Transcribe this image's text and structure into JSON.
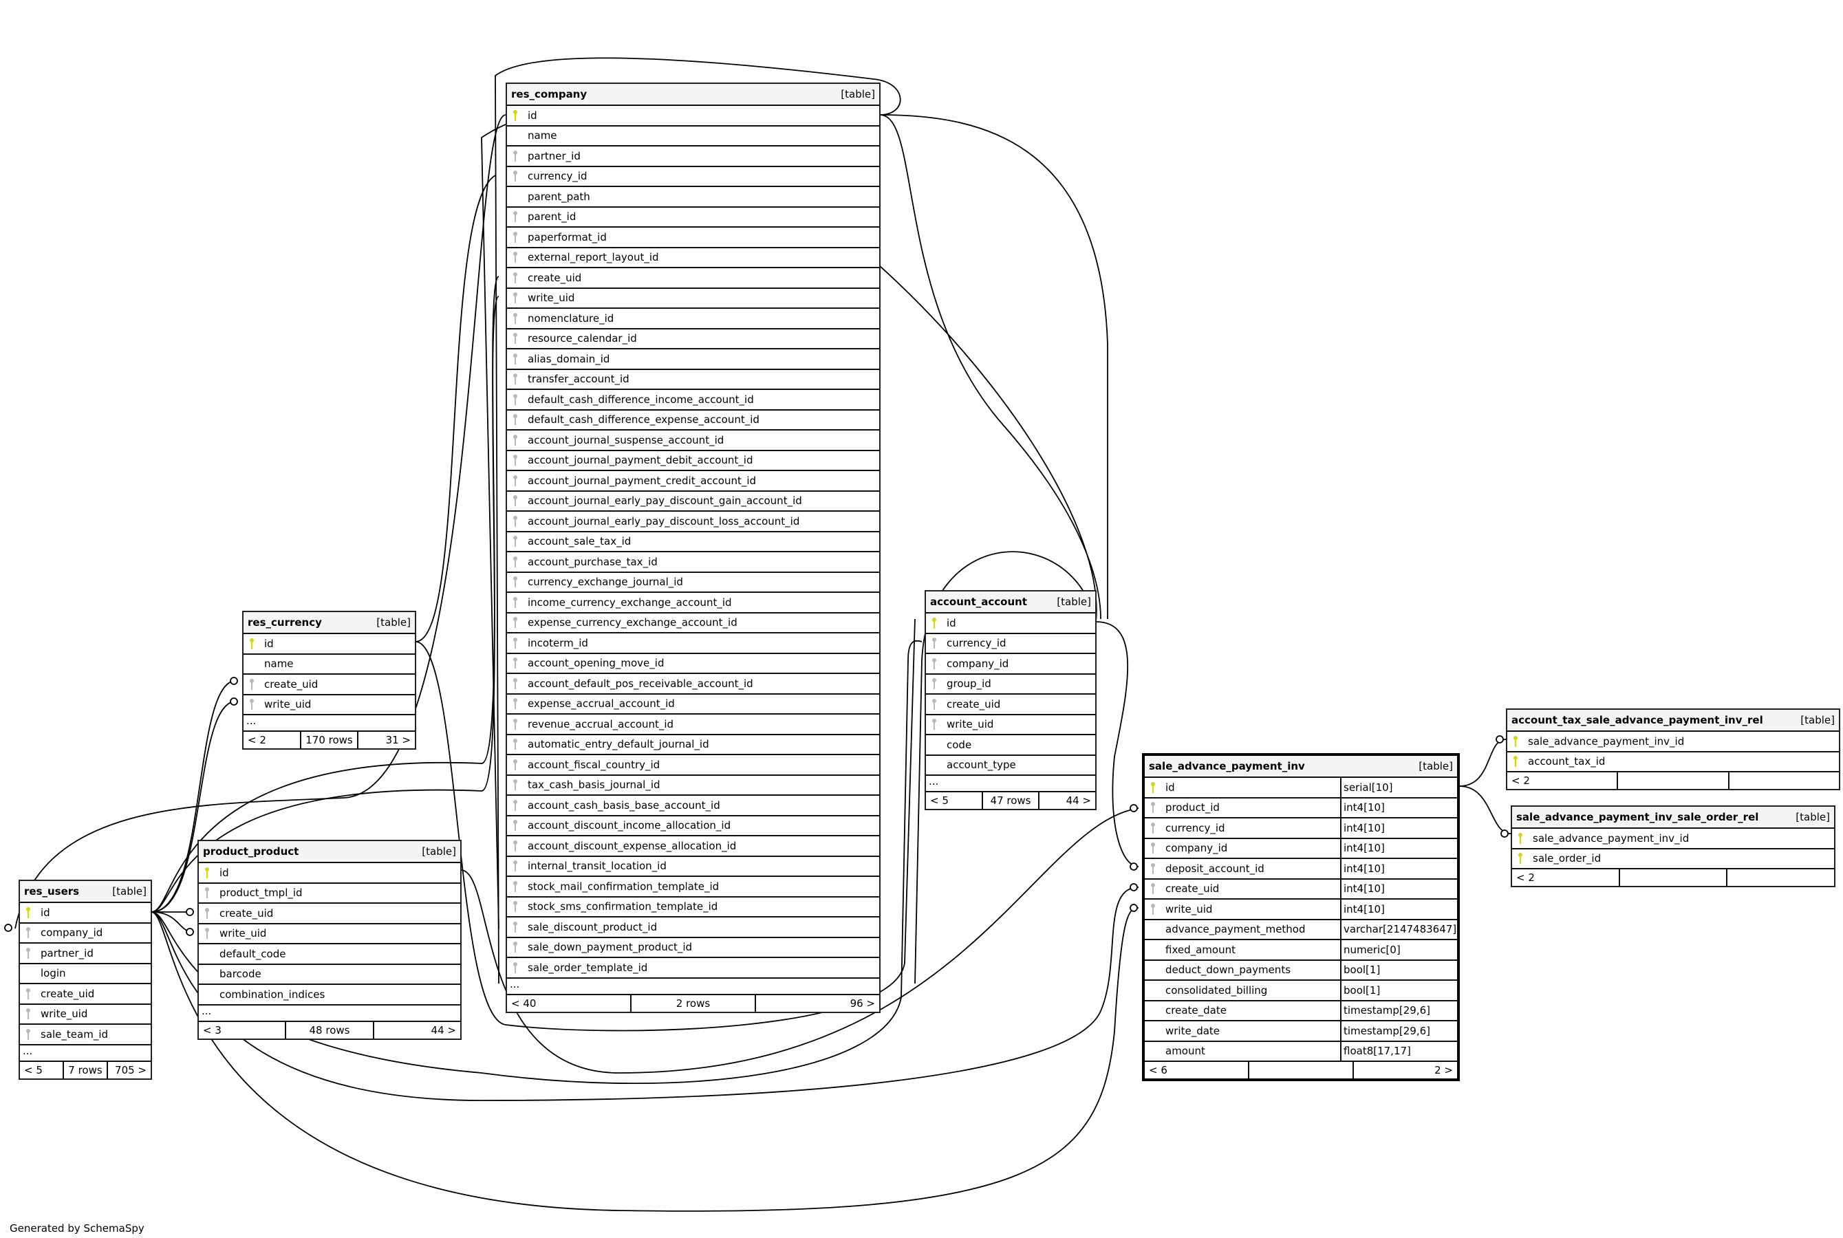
{
  "credit": "Generated by SchemaSpy",
  "tables": {
    "res_company": {
      "name": "res_company",
      "kind": "[table]",
      "focus": false,
      "columns": [
        [
          "id",
          "pk"
        ],
        [
          "name",
          ""
        ],
        [
          "partner_id",
          "fk"
        ],
        [
          "currency_id",
          "fk"
        ],
        [
          "parent_path",
          ""
        ],
        [
          "parent_id",
          "fk"
        ],
        [
          "paperformat_id",
          "fk"
        ],
        [
          "external_report_layout_id",
          "fk"
        ],
        [
          "create_uid",
          "fk"
        ],
        [
          "write_uid",
          "fk"
        ],
        [
          "nomenclature_id",
          "fk"
        ],
        [
          "resource_calendar_id",
          "fk"
        ],
        [
          "alias_domain_id",
          "fk"
        ],
        [
          "transfer_account_id",
          "fk"
        ],
        [
          "default_cash_difference_income_account_id",
          "fk"
        ],
        [
          "default_cash_difference_expense_account_id",
          "fk"
        ],
        [
          "account_journal_suspense_account_id",
          "fk"
        ],
        [
          "account_journal_payment_debit_account_id",
          "fk"
        ],
        [
          "account_journal_payment_credit_account_id",
          "fk"
        ],
        [
          "account_journal_early_pay_discount_gain_account_id",
          "fk"
        ],
        [
          "account_journal_early_pay_discount_loss_account_id",
          "fk"
        ],
        [
          "account_sale_tax_id",
          "fk"
        ],
        [
          "account_purchase_tax_id",
          "fk"
        ],
        [
          "currency_exchange_journal_id",
          "fk"
        ],
        [
          "income_currency_exchange_account_id",
          "fk"
        ],
        [
          "expense_currency_exchange_account_id",
          "fk"
        ],
        [
          "incoterm_id",
          "fk"
        ],
        [
          "account_opening_move_id",
          "fk"
        ],
        [
          "account_default_pos_receivable_account_id",
          "fk"
        ],
        [
          "expense_accrual_account_id",
          "fk"
        ],
        [
          "revenue_accrual_account_id",
          "fk"
        ],
        [
          "automatic_entry_default_journal_id",
          "fk"
        ],
        [
          "account_fiscal_country_id",
          "fk"
        ],
        [
          "tax_cash_basis_journal_id",
          "fk"
        ],
        [
          "account_cash_basis_base_account_id",
          "fk"
        ],
        [
          "account_discount_income_allocation_id",
          "fk"
        ],
        [
          "account_discount_expense_allocation_id",
          "fk"
        ],
        [
          "internal_transit_location_id",
          "fk"
        ],
        [
          "stock_mail_confirmation_template_id",
          "fk"
        ],
        [
          "stock_sms_confirmation_template_id",
          "fk"
        ],
        [
          "sale_discount_product_id",
          "fk"
        ],
        [
          "sale_down_payment_product_id",
          "fk"
        ],
        [
          "sale_order_template_id",
          "fk"
        ]
      ],
      "ellipsis": "...",
      "footer": [
        "< 40",
        "2 rows",
        "96 >"
      ]
    },
    "res_currency": {
      "name": "res_currency",
      "kind": "[table]",
      "focus": false,
      "columns": [
        [
          "id",
          "pk"
        ],
        [
          "name",
          ""
        ],
        [
          "create_uid",
          "fk"
        ],
        [
          "write_uid",
          "fk"
        ]
      ],
      "ellipsis": "...",
      "footer": [
        "< 2",
        "170 rows",
        "31 >"
      ]
    },
    "product_product": {
      "name": "product_product",
      "kind": "[table]",
      "focus": false,
      "columns": [
        [
          "id",
          "pk"
        ],
        [
          "product_tmpl_id",
          "fk"
        ],
        [
          "create_uid",
          "fk"
        ],
        [
          "write_uid",
          "fk"
        ],
        [
          "default_code",
          ""
        ],
        [
          "barcode",
          ""
        ],
        [
          "combination_indices",
          ""
        ]
      ],
      "ellipsis": "...",
      "footer": [
        "< 3",
        "48 rows",
        "44 >"
      ]
    },
    "res_users": {
      "name": "res_users",
      "kind": "[table]",
      "focus": false,
      "columns": [
        [
          "id",
          "pk"
        ],
        [
          "company_id",
          "fk"
        ],
        [
          "partner_id",
          "fk"
        ],
        [
          "login",
          ""
        ],
        [
          "create_uid",
          "fk"
        ],
        [
          "write_uid",
          "fk"
        ],
        [
          "sale_team_id",
          "fk"
        ]
      ],
      "ellipsis": "...",
      "footer": [
        "< 5",
        "7 rows",
        "705 >"
      ]
    },
    "account_account": {
      "name": "account_account",
      "kind": "[table]",
      "focus": false,
      "columns": [
        [
          "id",
          "pk"
        ],
        [
          "currency_id",
          "fk"
        ],
        [
          "company_id",
          "fk"
        ],
        [
          "group_id",
          "fk"
        ],
        [
          "create_uid",
          "fk"
        ],
        [
          "write_uid",
          "fk"
        ],
        [
          "code",
          ""
        ],
        [
          "account_type",
          ""
        ]
      ],
      "ellipsis": "...",
      "footer": [
        "< 5",
        "47 rows",
        "44 >"
      ]
    },
    "sale_advance_payment_inv": {
      "name": "sale_advance_payment_inv",
      "kind": "[table]",
      "focus": true,
      "columns": [
        [
          "id",
          "pk",
          "serial[10]"
        ],
        [
          "product_id",
          "fk",
          "int4[10]"
        ],
        [
          "currency_id",
          "fk",
          "int4[10]"
        ],
        [
          "company_id",
          "fk",
          "int4[10]"
        ],
        [
          "deposit_account_id",
          "fk",
          "int4[10]"
        ],
        [
          "create_uid",
          "fk",
          "int4[10]"
        ],
        [
          "write_uid",
          "fk",
          "int4[10]"
        ],
        [
          "advance_payment_method",
          "",
          "varchar[2147483647]"
        ],
        [
          "fixed_amount",
          "",
          "numeric[0]"
        ],
        [
          "deduct_down_payments",
          "",
          "bool[1]"
        ],
        [
          "consolidated_billing",
          "",
          "bool[1]"
        ],
        [
          "create_date",
          "",
          "timestamp[29,6]"
        ],
        [
          "write_date",
          "",
          "timestamp[29,6]"
        ],
        [
          "amount",
          "",
          "float8[17,17]"
        ]
      ],
      "footer": [
        "< 6",
        "",
        "2 >"
      ]
    },
    "account_tax_sale_advance_payment_inv_rel": {
      "name": "account_tax_sale_advance_payment_inv_rel",
      "kind": "[table]",
      "focus": false,
      "columns": [
        [
          "sale_advance_payment_inv_id",
          "pk"
        ],
        [
          "account_tax_id",
          "pk"
        ]
      ],
      "footer": [
        "< 2",
        "",
        ""
      ]
    },
    "sale_advance_payment_inv_sale_order_rel": {
      "name": "sale_advance_payment_inv_sale_order_rel",
      "kind": "[table]",
      "focus": false,
      "columns": [
        [
          "sale_advance_payment_inv_id",
          "pk"
        ],
        [
          "sale_order_id",
          "pk"
        ]
      ],
      "footer": [
        "< 2",
        "",
        ""
      ]
    }
  }
}
